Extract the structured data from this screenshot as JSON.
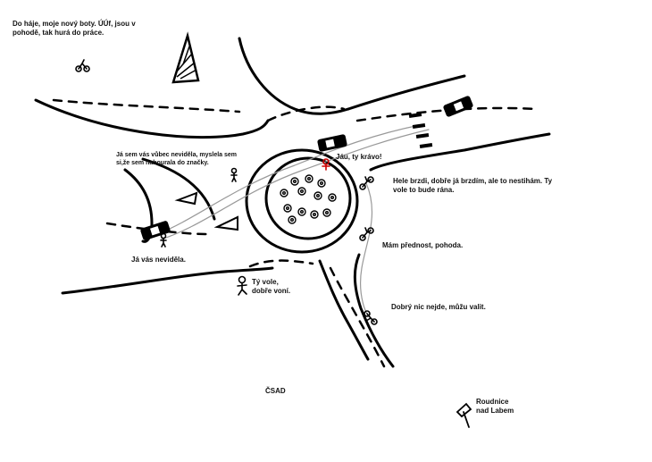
{
  "colors": {
    "ink": "#000000",
    "text": "#111111",
    "background": "#ffffff",
    "trail": "#999999",
    "accent": "#cc0000"
  },
  "labels": {
    "top_left": "Do háje, moje nový boty. ÚÚf, jsou v\npohodě, tak hurá do práce.",
    "left_driver": "Já sem vás vůbec neviděla, myslela sem\nsi,že sem nabourala do značky.",
    "left_bottom": "Já vás neviděla.",
    "jau": "Jáu, ty krávo!",
    "right_top": "Hele brzdi, dobře já brzdím, ale to nestihám. Ty\nvole to bude rána.",
    "right_middle": "Mám přednost, pohoda.",
    "pedestrian": "Tý vole,\ndobře voní.",
    "right_bottom": "Dobrý nic nejde, můžu valit.",
    "bus_station": "ČSAD",
    "destination": "Roudnice\nnad Labem"
  },
  "icons": [
    "car-icon",
    "cyclist-icon",
    "pedestrian-icon",
    "flower-icon",
    "yield-triangle-icon",
    "zebra-crossing-icon",
    "signpost-icon"
  ]
}
